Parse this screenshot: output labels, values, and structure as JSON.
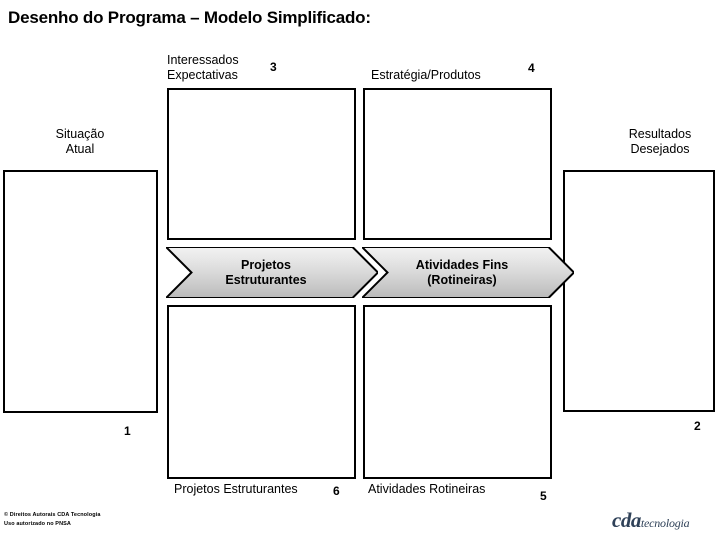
{
  "slide": {
    "title": "Desenho do Programa – Modelo Simplificado:"
  },
  "boxes": {
    "situacao_atual": {
      "label": "Situação\nAtual",
      "number": "1"
    },
    "resultados_desejados": {
      "label": "Resultados\nDesejados",
      "number": "2"
    },
    "interessados": {
      "label": "Interessados\nExpectativas",
      "number": "3"
    },
    "estrategia": {
      "label": "Estratégia/Produtos",
      "number": "4"
    }
  },
  "chevrons": [
    {
      "label": "Projetos\nEstruturantes",
      "fill_top": "#f2f2f2",
      "fill_bottom": "#b9b9b9"
    },
    {
      "label": "Atividades  Fins\n(Rotineiras)",
      "fill_top": "#f2f2f2",
      "fill_bottom": "#b9b9b9"
    }
  ],
  "captions": {
    "projetos": {
      "label": "Projetos Estruturantes",
      "number": "6"
    },
    "atividades": {
      "label": "Atividades Rotineiras",
      "number": "5"
    }
  },
  "footer": {
    "copyright": "© Direitos Autorais CDA Tecnologia\nUso autorizado no PNSA",
    "brand_main": "cda",
    "brand_sub": "tecnologia",
    "brand_color": "#2f4158"
  }
}
